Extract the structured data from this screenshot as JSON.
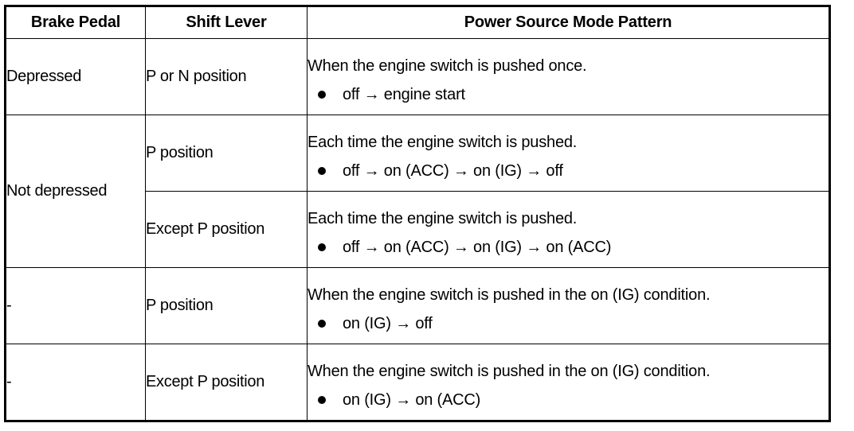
{
  "document": {
    "type": "specification-table",
    "title": "Power Source Mode Pattern Table",
    "text_color": "#000000",
    "background_color": "#ffffff"
  },
  "table": {
    "headers": {
      "brake_pedal": "Brake Pedal",
      "shift_lever": "Shift Lever",
      "power_source_mode_pattern": "Power Source Mode Pattern"
    },
    "rows": [
      {
        "brake_pedal": "Depressed",
        "shift_lever": "P or N position",
        "lead": "When the engine switch is pushed once.",
        "bullet": "off → engine start"
      },
      {
        "brake_pedal": "Not depressed",
        "shift_lever": "P position",
        "lead": "Each time the engine switch is pushed.",
        "bullet": "off → on (ACC) → on (IG) → off"
      },
      {
        "brake_pedal": "",
        "shift_lever": "Except P position",
        "lead": "Each time the engine switch is pushed.",
        "bullet": "off → on (ACC) → on (IG) → on (ACC)"
      },
      {
        "brake_pedal": "-",
        "shift_lever": "P position",
        "lead": "When the engine switch is pushed in the on (IG) condition.",
        "bullet": "on (IG) → off"
      },
      {
        "brake_pedal": "-",
        "shift_lever": "Except P position",
        "lead": "When the engine switch is pushed in the on (IG) condition.",
        "bullet": "on (IG) → on (ACC)"
      }
    ]
  }
}
